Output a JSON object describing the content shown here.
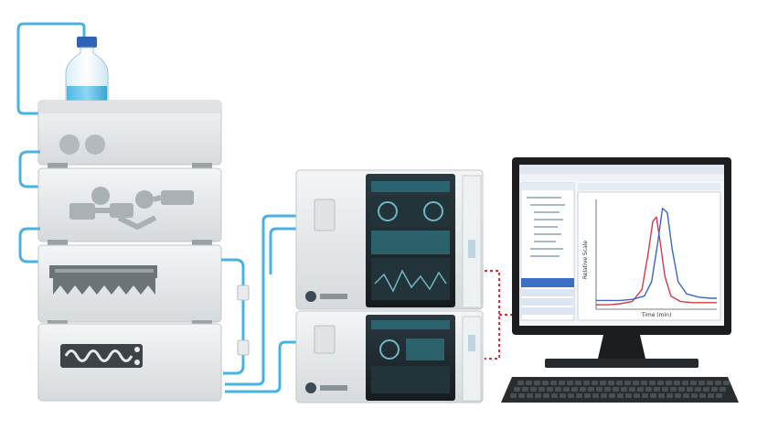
{
  "scene": {
    "description_free": true
  },
  "colors": {
    "tube": "#48b3e0",
    "signal_line": "#d9343a",
    "panel_dark": "#1f2a30",
    "screen_teal": "#2f6f7a",
    "chrome": "#e9eced",
    "chrome_dark": "#c7ccce",
    "monitor_frame": "#1b1d1f",
    "peak_blue": "#3a66c9",
    "peak_red": "#d63a4a"
  },
  "icons": {
    "bottle": "solvent-bottle-icon",
    "pump": "pump-icon",
    "valve": "valve-icon",
    "heater": "column-heater-icon",
    "detector": "wave-detector-icon",
    "logo": "brand-logo-icon",
    "monitor": "computer-monitor-icon",
    "keyboard": "keyboard-icon"
  },
  "chart_data": {
    "type": "line",
    "title": "",
    "xlabel": "Time (min)",
    "ylabel": "Relative Scale",
    "xlim": [
      0,
      10
    ],
    "ylim": [
      0,
      100
    ],
    "series": [
      {
        "color": "#d63a4a",
        "x": [
          0,
          1,
          2,
          3,
          3.8,
          4.3,
          4.7,
          5.0,
          5.3,
          5.7,
          6.2,
          7,
          8,
          9,
          10
        ],
        "y": [
          4,
          4,
          5,
          7,
          18,
          50,
          80,
          84,
          62,
          30,
          12,
          7,
          6,
          6,
          6
        ]
      },
      {
        "color": "#3a66c9",
        "x": [
          0,
          1,
          2,
          3,
          4,
          4.6,
          5.1,
          5.5,
          5.9,
          6.3,
          6.8,
          7.5,
          8.5,
          9.5,
          10
        ],
        "y": [
          8,
          8,
          8,
          9,
          12,
          25,
          60,
          92,
          88,
          55,
          25,
          14,
          11,
          10,
          10
        ]
      }
    ]
  }
}
